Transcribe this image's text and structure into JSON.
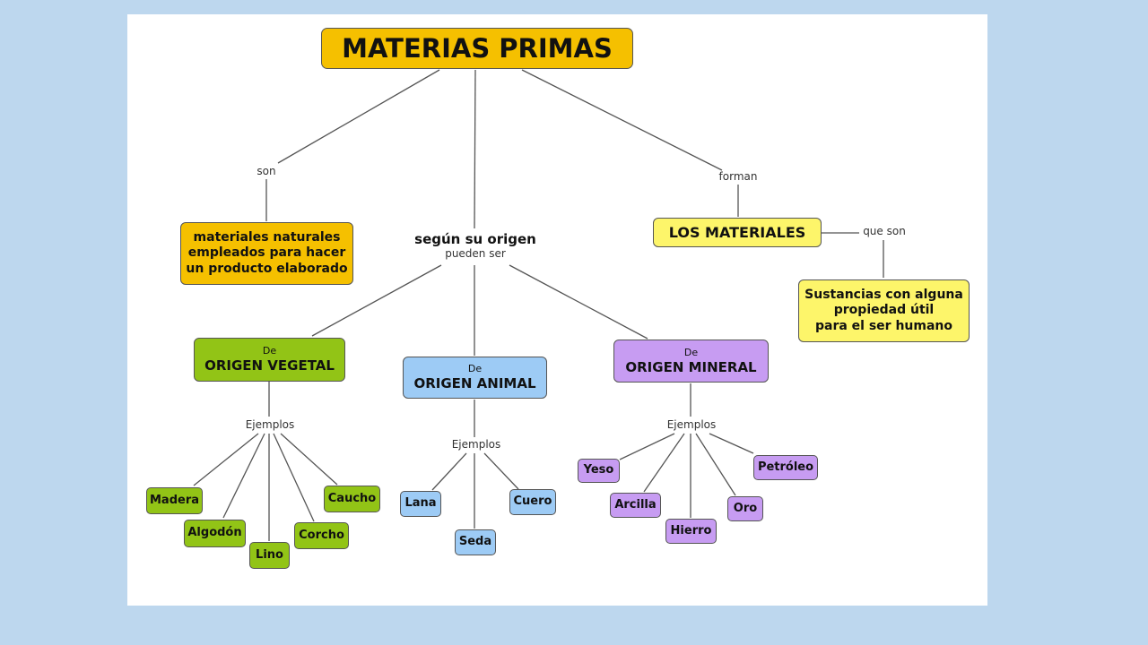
{
  "title": "MATERIAS PRIMAS",
  "link_labels": {
    "son": "son",
    "forman": "forman",
    "que_son": "que son",
    "ejemplos_vegetal": "Ejemplos",
    "ejemplos_animal": "Ejemplos",
    "ejemplos_mineral": "Ejemplos"
  },
  "definition": {
    "line1": "materiales naturales",
    "line2": "empleados para hacer",
    "line3": "un producto elaborado"
  },
  "origin_header": {
    "title": "según su origen",
    "subtitle": "pueden ser"
  },
  "materiales": "LOS MATERIALES",
  "materiales_def": {
    "line1": "Sustancias con alguna",
    "line2": "propiedad útil",
    "line3": "para el ser humano"
  },
  "categories": {
    "vegetal": {
      "prefix": "De",
      "name": "ORIGEN VEGETAL"
    },
    "animal": {
      "prefix": "De",
      "name": "ORIGEN ANIMAL"
    },
    "mineral": {
      "prefix": "De",
      "name": "ORIGEN MINERAL"
    }
  },
  "examples": {
    "vegetal": [
      "Madera",
      "Algodón",
      "Lino",
      "Corcho",
      "Caucho"
    ],
    "animal": [
      "Lana",
      "Seda",
      "Cuero"
    ],
    "mineral": [
      "Yeso",
      "Arcilla",
      "Hierro",
      "Oro",
      "Petróleo"
    ]
  },
  "colors": {
    "background": "#bdd7ee",
    "orange": "#f5c000",
    "yellow": "#fdf56a",
    "green": "#92c416",
    "blue": "#9dcbf5",
    "purple": "#c79cf2"
  }
}
